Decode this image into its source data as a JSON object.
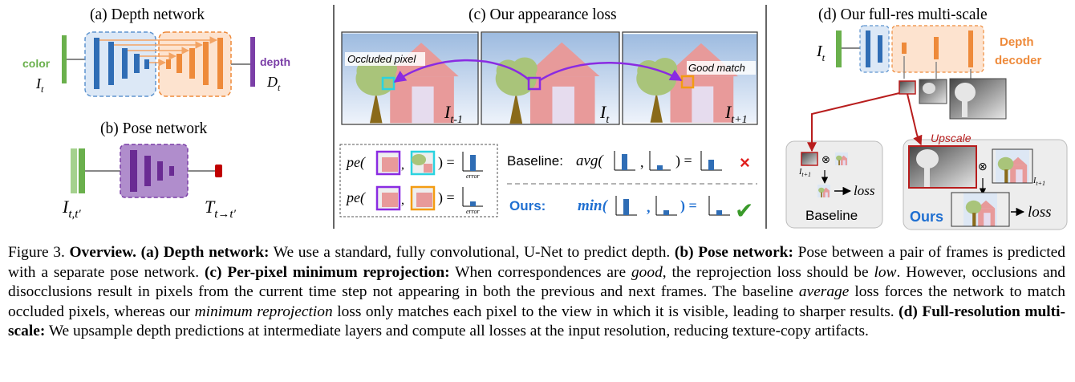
{
  "panels": {
    "a_title": "(a) Depth network",
    "a_color_label": "color",
    "a_input": "I",
    "a_input_sub": "t",
    "a_depth_label": "depth",
    "a_output": "D",
    "a_output_sub": "t",
    "b_title": "(b) Pose network",
    "b_input": "I",
    "b_input_sub": "t,t′",
    "b_output": "T",
    "b_output_sub": "t→t′",
    "c_title": "(c) Our appearance loss",
    "c_occluded": "Occluded pixel",
    "c_good": "Good match",
    "c_frame1": "I",
    "c_frame1_sub": "t-1",
    "c_frame2": "I",
    "c_frame2_sub": "t",
    "c_frame3": "I",
    "c_frame3_sub": "t+1",
    "c_pe": "pe(",
    "c_error": "error",
    "c_baseline": "Baseline:",
    "c_avg": "avg(",
    "c_ours": "Ours:",
    "c_min": "min(",
    "c_cross": "×",
    "c_check": "✔",
    "d_title": "(d) Our full-res multi-scale",
    "d_input": "I",
    "d_input_sub": "t",
    "d_decoder1": "Depth",
    "d_decoder2": "decoder",
    "d_upscale": "Upscale",
    "d_it1": "I",
    "d_it1_sub": "t+1",
    "d_loss": "loss",
    "d_baseline": "Baseline",
    "d_ours": "Ours"
  },
  "caption": {
    "figure_label": "Figure 3.",
    "overview": "Overview.",
    "a_head": "(a) Depth network:",
    "a_text": "We use a standard, fully convolutional, U-Net to predict depth.",
    "b_head": "(b) Pose network:",
    "b_text": "Pose between a pair of frames is predicted with a separate pose network.",
    "c_head": "(c) Per-pixel minimum reprojection:",
    "c_text1": "When correspondences are",
    "c_good": "good",
    "c_text2": ", the reprojection loss should be",
    "c_low": "low",
    "c_text3": ". However, occlusions and disocclusions result in pixels from the current time step not appearing in both the previous and next frames. The baseline",
    "c_average": "average",
    "c_text4": "loss forces the network to match occluded pixels, whereas our",
    "c_minrep": "minimum reprojection",
    "c_text5": "loss only matches each pixel to the view in which it is visible, leading to sharper results.",
    "d_head": "(d) Full-resolution multi-scale:",
    "d_text": "We upsample depth predictions at intermediate layers and compute all losses at the input resolution, reducing texture-copy artifacts."
  },
  "colors": {
    "green": "#6ab04c",
    "blue": "#2f6db5",
    "orange": "#ee8a3a",
    "purple": "#7b3fa7",
    "dark_red": "#b81d1d",
    "check": "#3a9a2a"
  }
}
